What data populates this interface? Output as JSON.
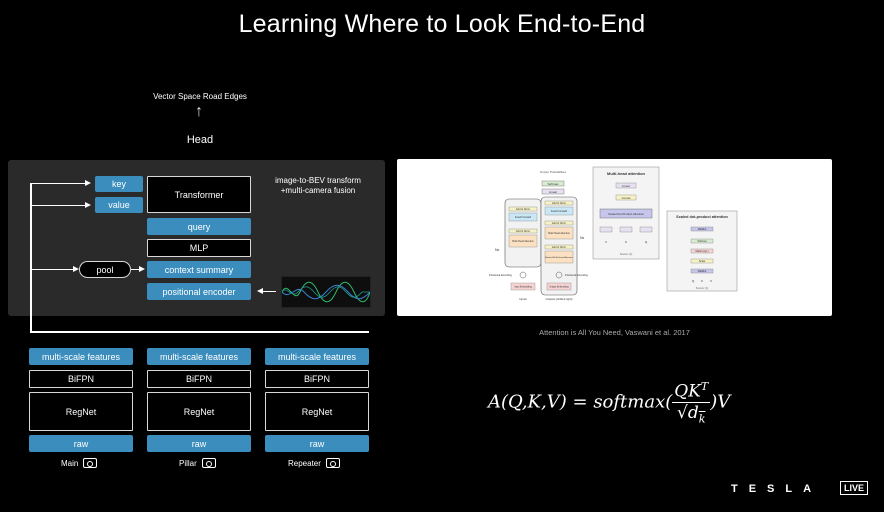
{
  "title": "Learning Where to Look End-to-End",
  "top": {
    "output_label": "Vector Space Road Edges",
    "head_label": "Head"
  },
  "panel": {
    "annotation_line1": "image-to-BEV transform",
    "annotation_line2": "+multi-camera fusion",
    "key": "key",
    "value": "value",
    "transformer": "Transformer",
    "query": "query",
    "mlp": "MLP",
    "pool": "pool",
    "context_summary": "context summary",
    "positional_encoder": "positional encoder"
  },
  "cameras": [
    {
      "features": "multi-scale features",
      "bifpn": "BiFPN",
      "regnet": "RegNet",
      "raw": "raw",
      "name": "Main"
    },
    {
      "features": "multi-scale features",
      "bifpn": "BiFPN",
      "regnet": "RegNet",
      "raw": "raw",
      "name": "Pillar"
    },
    {
      "features": "multi-scale features",
      "bifpn": "BiFPN",
      "regnet": "RegNet",
      "raw": "raw",
      "name": "Repeater"
    }
  ],
  "paper": {
    "caption": "Attention is All You Need, Vaswani et al. 2017",
    "multihead_title": "Multi-head attention",
    "scaled_title": "Scaled dot-product attention",
    "output_probabilities": "Output Probabilities",
    "softmax": "Softmax",
    "linear": "Linear",
    "add_norm": "Add & Norm",
    "feed_forward": "Feed Forward",
    "multihead_attn": "Multi-Head Attention",
    "masked_multihead": "Masked Multi-Head Attention",
    "positional_encoding": "Positional Encoding",
    "input_embedding": "Input Embedding",
    "output_embedding": "Output Embedding",
    "inputs": "Inputs",
    "outputs": "Outputs (shifted right)",
    "nx": "Nx",
    "concat": "Concat",
    "scaled_dot": "Scaled Dot-Product Attention",
    "matmul": "MatMul",
    "mask": "Mask (opt.)",
    "scale": "Scale",
    "v": "V",
    "k": "K",
    "q": "Q",
    "ref": "Source: [1]"
  },
  "formula": {
    "lhs": "A(Q,K,V) = softmax(",
    "num": "QK",
    "sup": "T",
    "den": "d",
    "sub": "k",
    "tail": ")V"
  },
  "brand": {
    "logo": "TESLA",
    "live": "LIVE"
  },
  "colors": {
    "accent": "#3a8dbd",
    "panel": "#2a2a2a"
  }
}
